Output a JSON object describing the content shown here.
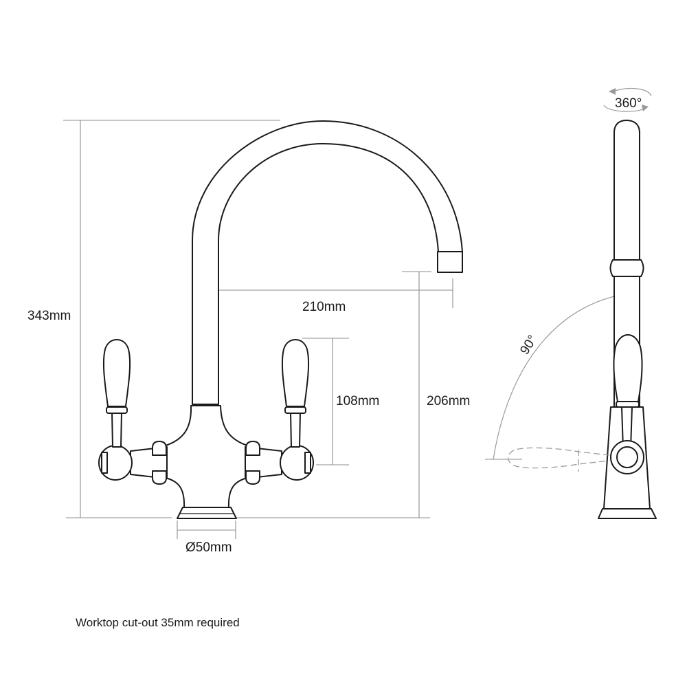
{
  "dimensions": {
    "height": "343mm",
    "reach": "210mm",
    "lever_height": "108mm",
    "spout_clearance": "206mm",
    "base_diameter": "Ø50mm"
  },
  "side_view": {
    "rotation": "360°",
    "lever_angle": "90°"
  },
  "note": "Worktop cut-out 35mm required",
  "colors": {
    "line": "#1a1a1a",
    "dimension": "#8c8c8c",
    "background": "#ffffff"
  }
}
